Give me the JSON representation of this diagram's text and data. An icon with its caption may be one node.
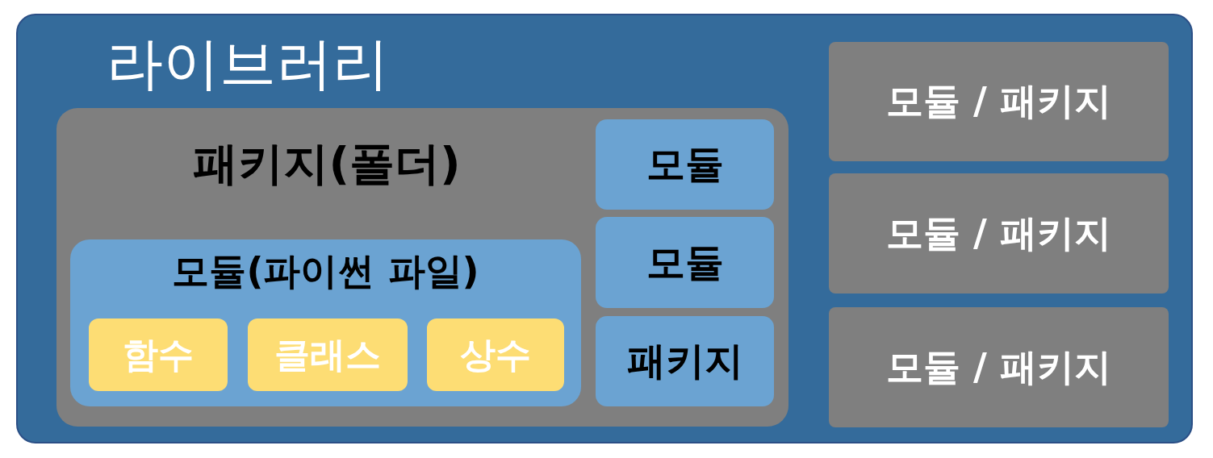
{
  "diagram": {
    "nodes": [
      {
        "text": [
          "라이브러리"
        ]
      },
      {
        "text": [
          "패키지(폴더)"
        ],
        "in": 0
      },
      {
        "text": [
          "모듈(파이썬 파일)"
        ],
        "in": 1
      },
      {
        "text": [
          "함수"
        ],
        "in": 2
      },
      {
        "text": [
          "클래스"
        ],
        "in": 2
      },
      {
        "text": [
          "상수"
        ],
        "in": 2
      },
      {
        "text": [
          "모듈"
        ],
        "in": 1
      },
      {
        "text": [
          "모듈"
        ],
        "in": 1
      },
      {
        "text": [
          "패키지"
        ],
        "in": 1
      },
      {
        "text": [
          "모듈 / 패키지"
        ],
        "in": 0
      },
      {
        "text": [
          "모듈 / 패키지"
        ],
        "in": 0
      },
      {
        "text": [
          "모듈 / 패키지"
        ],
        "in": 0
      }
    ]
  }
}
